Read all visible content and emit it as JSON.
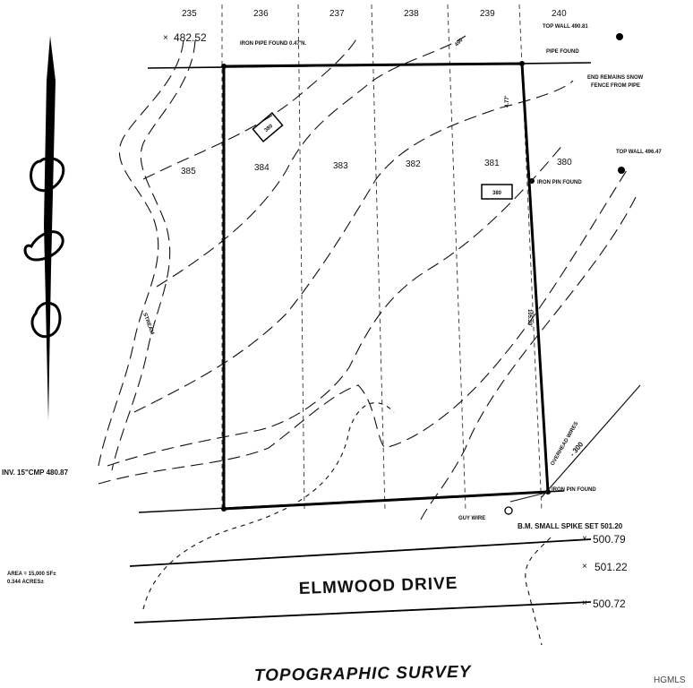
{
  "survey": {
    "title": "TOPOGRAPHIC SURVEY",
    "street_name": "ELMWOOD DRIVE",
    "watermark": "HGMLS",
    "grid_numbers_top": [
      "235",
      "236",
      "237",
      "238",
      "239",
      "240"
    ],
    "grid_numbers_mid": [
      "385",
      "384",
      "383",
      "382",
      "381",
      "380"
    ],
    "spot_elevations": [
      "482.52",
      "500.79",
      "501.22",
      "500.72"
    ],
    "annotations": {
      "iron_pipe_top": "IRON PIPE FOUND 0.47'N.",
      "pipe_found": "PIPE FOUND",
      "top_wall_1": "TOP WALL 490.81",
      "top_wall_2": "TOP WALL 496.47",
      "end_remains": "END REMAINS SNOW",
      "fence_from_pipe": "FENCE FROM PIPE",
      "iron_pin_found_right": "IRON PIN FOUND",
      "iron_pin_found_bottom": "IRON PIN FOUND",
      "guy_wire": "GUY WIRE",
      "bm_spike": "B.M. SMALL SPIKE SET 501.20",
      "overhead_wires": "OVERHEAD WIRES",
      "utility_line": "- 300",
      "stream": "STREAM",
      "inv_culvert": "INV. 15\"CMP 480.87",
      "area": "AREA = 15,000 SF±",
      "acres": "0.344 ACRES±",
      "dim_right": "105.39'",
      "dim_top_right": "4.77'",
      "dim_contour_top": "490",
      "box_label_1": "380",
      "box_label_2": "380"
    }
  }
}
